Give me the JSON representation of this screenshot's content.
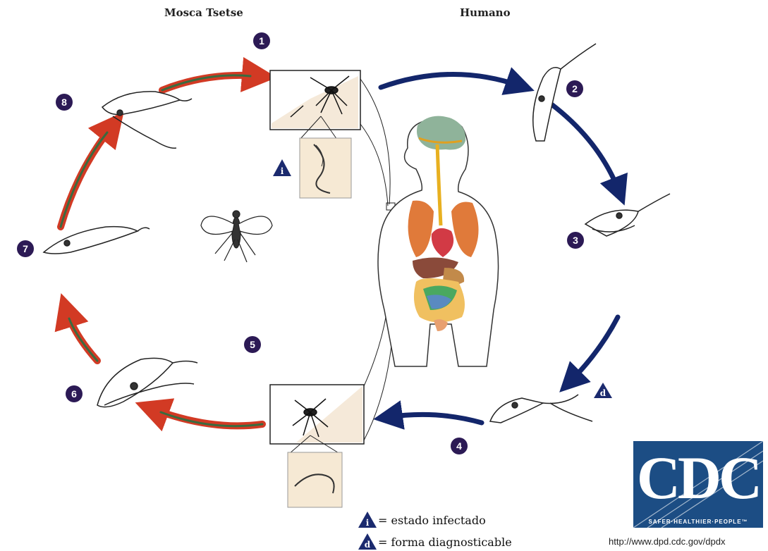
{
  "headers": {
    "vector": "Mosca Tsetse",
    "host": "Humano"
  },
  "steps": [
    "1",
    "2",
    "3",
    "4",
    "5",
    "6",
    "7",
    "8"
  ],
  "markers": {
    "infective": "i",
    "diagnostic": "d"
  },
  "legend": {
    "infective_text": "= estado infectado",
    "diagnostic_text": "= forma diagnosticable"
  },
  "logo": {
    "letters": "CDC",
    "tagline": "SAFER·HEALTHIER·PEOPLE™"
  },
  "url": "http://www.dpd.cdc.gov/dpdx",
  "colors": {
    "human_arrow": "#13266b",
    "fly_arrow_outer": "#d23a24",
    "fly_arrow_inner": "#3a6b3f",
    "step_circle": "#2c1a55",
    "marker_triangle": "#1b2a6e",
    "inset_bg": "#f6e9d4",
    "cdc_blue": "#1c4d84"
  }
}
